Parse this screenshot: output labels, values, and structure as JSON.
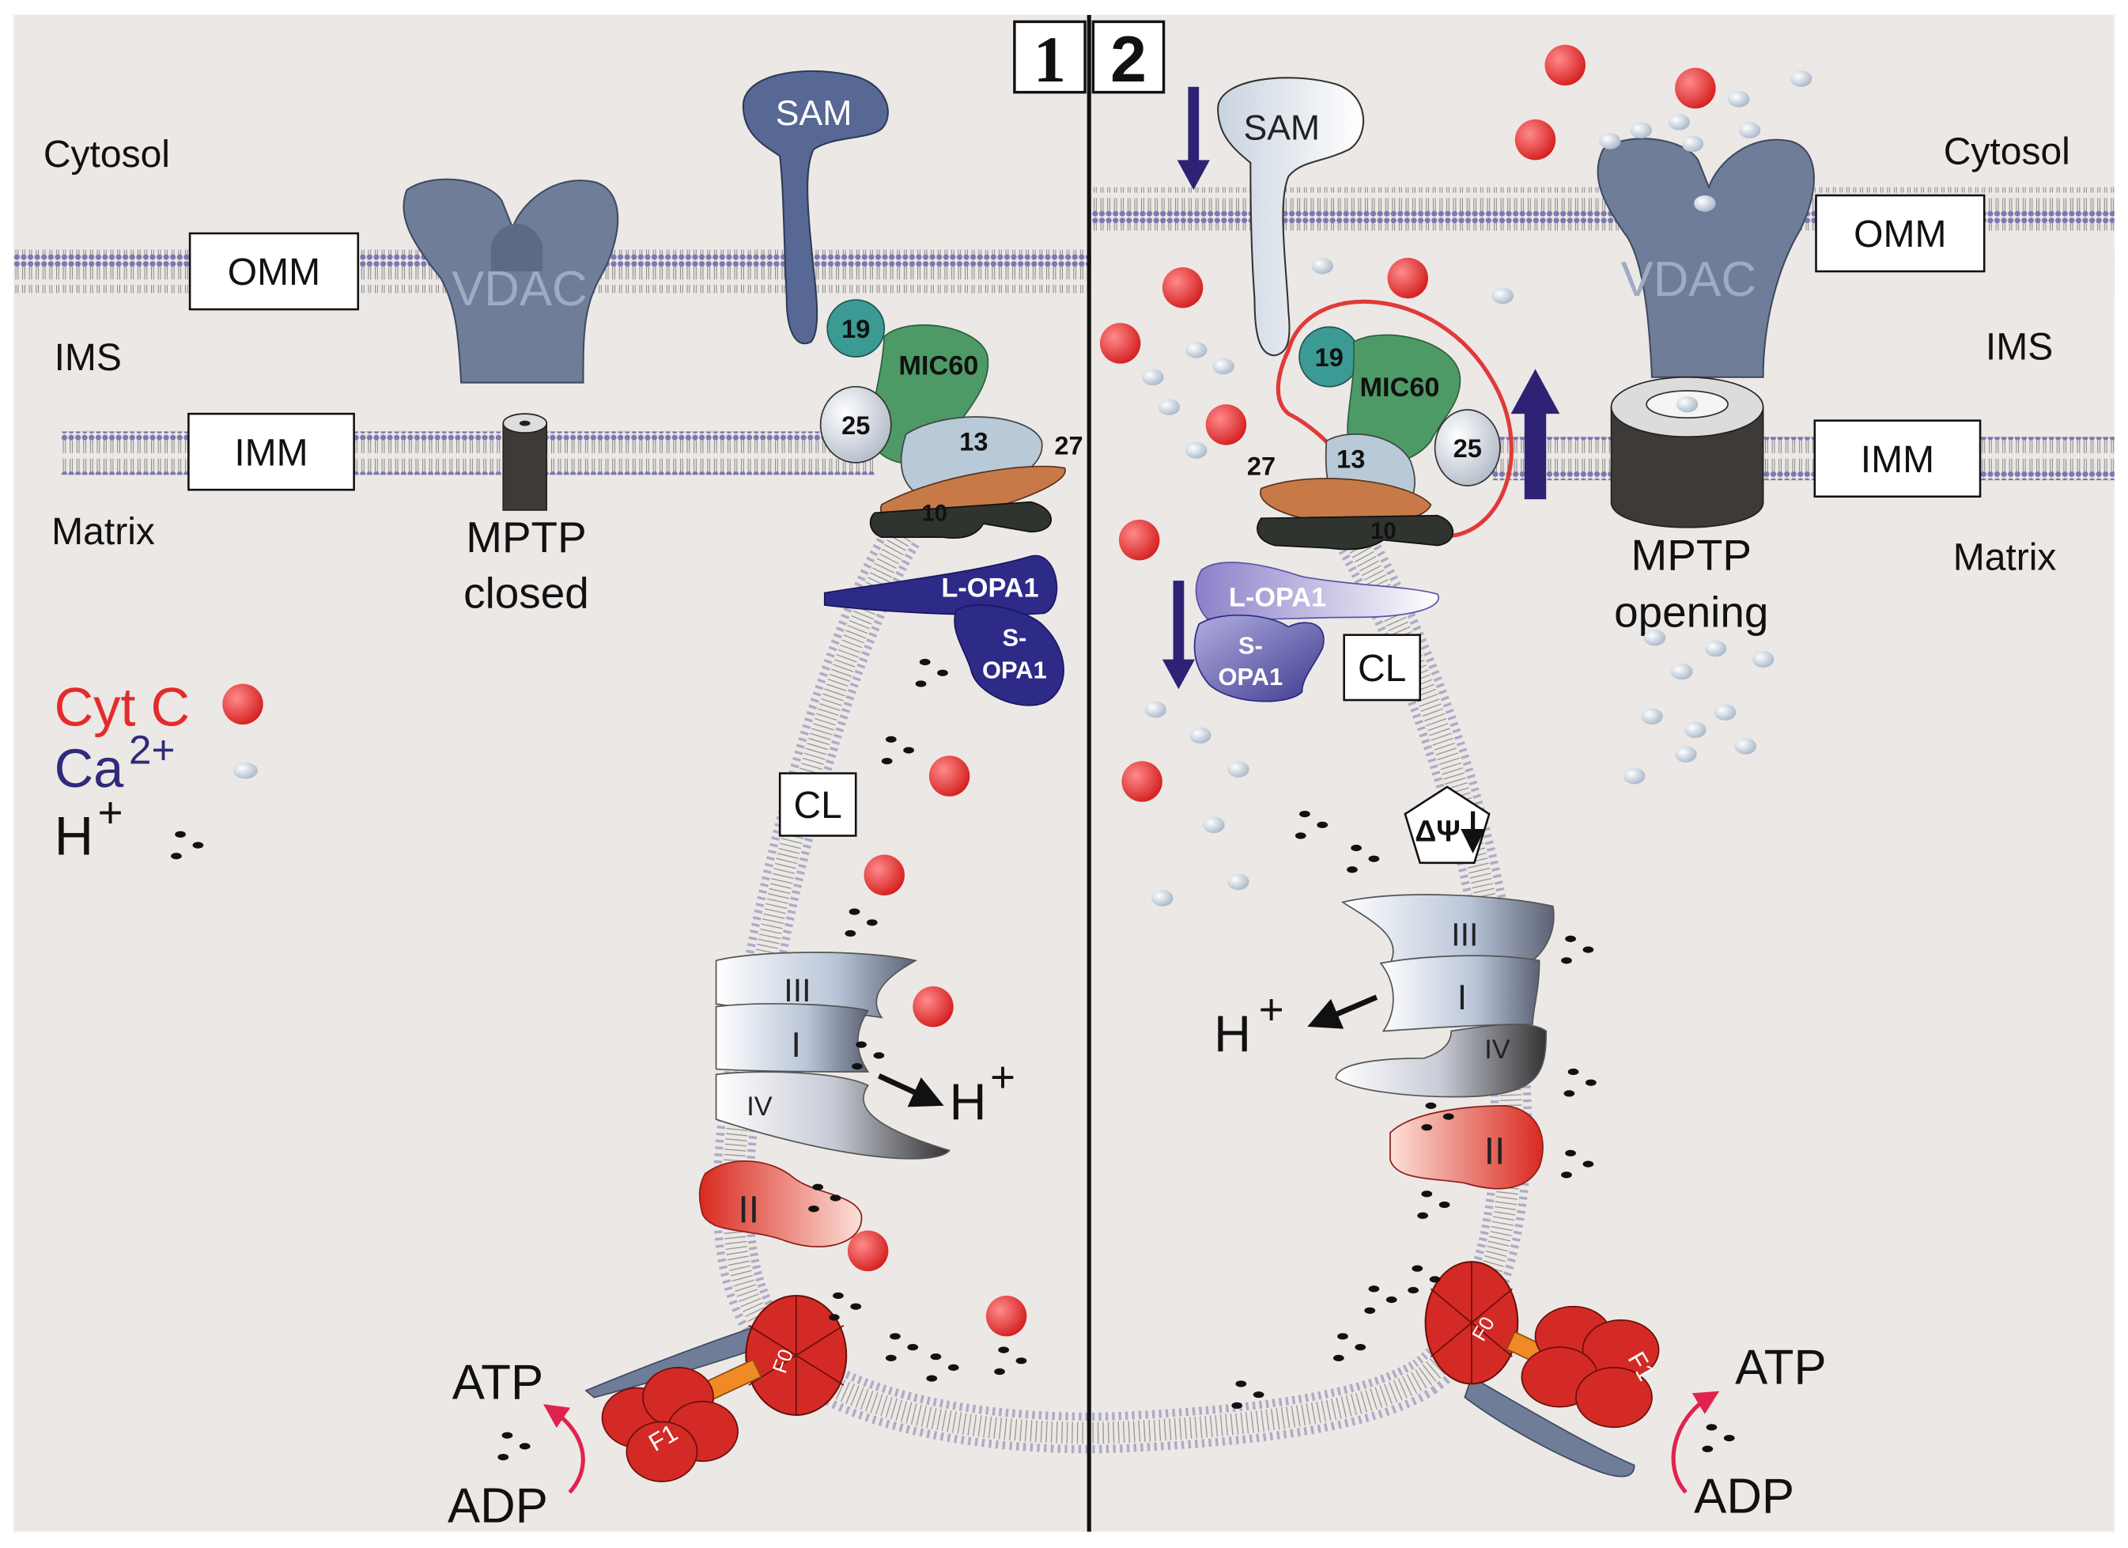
{
  "panels": {
    "left": {
      "number": "1"
    },
    "right": {
      "number": "2"
    }
  },
  "compartments": {
    "cytosol": "Cytosol",
    "ims": "IMS",
    "matrix": "Matrix"
  },
  "membranes": {
    "omm": "OMM",
    "imm": "IMM"
  },
  "proteins": {
    "sam": "SAM",
    "vdac": "VDAC",
    "mic60": "MIC60",
    "mic19": "19",
    "mic25": "25",
    "mic13": "13",
    "mic27": "27",
    "mic10": "10",
    "l_opa1": "L-OPA1",
    "s_opa1_line1": "S-",
    "s_opa1_line2": "OPA1",
    "cl": "CL",
    "complex_i": "I",
    "complex_ii": "II",
    "complex_iii": "III",
    "complex_iv": "IV",
    "f0": "F0",
    "f1": "F1"
  },
  "mptp": {
    "label": "MPTP",
    "state_left": "closed",
    "state_right": "opening"
  },
  "legend": {
    "cyt_c": "Cyt C",
    "ca_base": "Ca",
    "ca_sup": "2+",
    "h_base": "H",
    "h_sup": "+"
  },
  "flux": {
    "h_base": "H",
    "h_sup": "+",
    "atp": "ATP",
    "adp": "ADP",
    "delta_psi": "ΔΨ"
  },
  "colors": {
    "background": "#ece8e5",
    "cyt_c": "#e42b2b",
    "calcium": "#c6d3e0",
    "proton": "#111111",
    "vdac": "#6f7d98",
    "sam_left": "#566893",
    "mic60": "#4e9a67",
    "mic19": "#3b9a94",
    "opa1": "#2e2a88",
    "atp_synthase": "#d42a25",
    "arrow_blue": "#2e2275",
    "highlight_red": "#e03a3a",
    "legend_ca": "#2f2a7a"
  }
}
